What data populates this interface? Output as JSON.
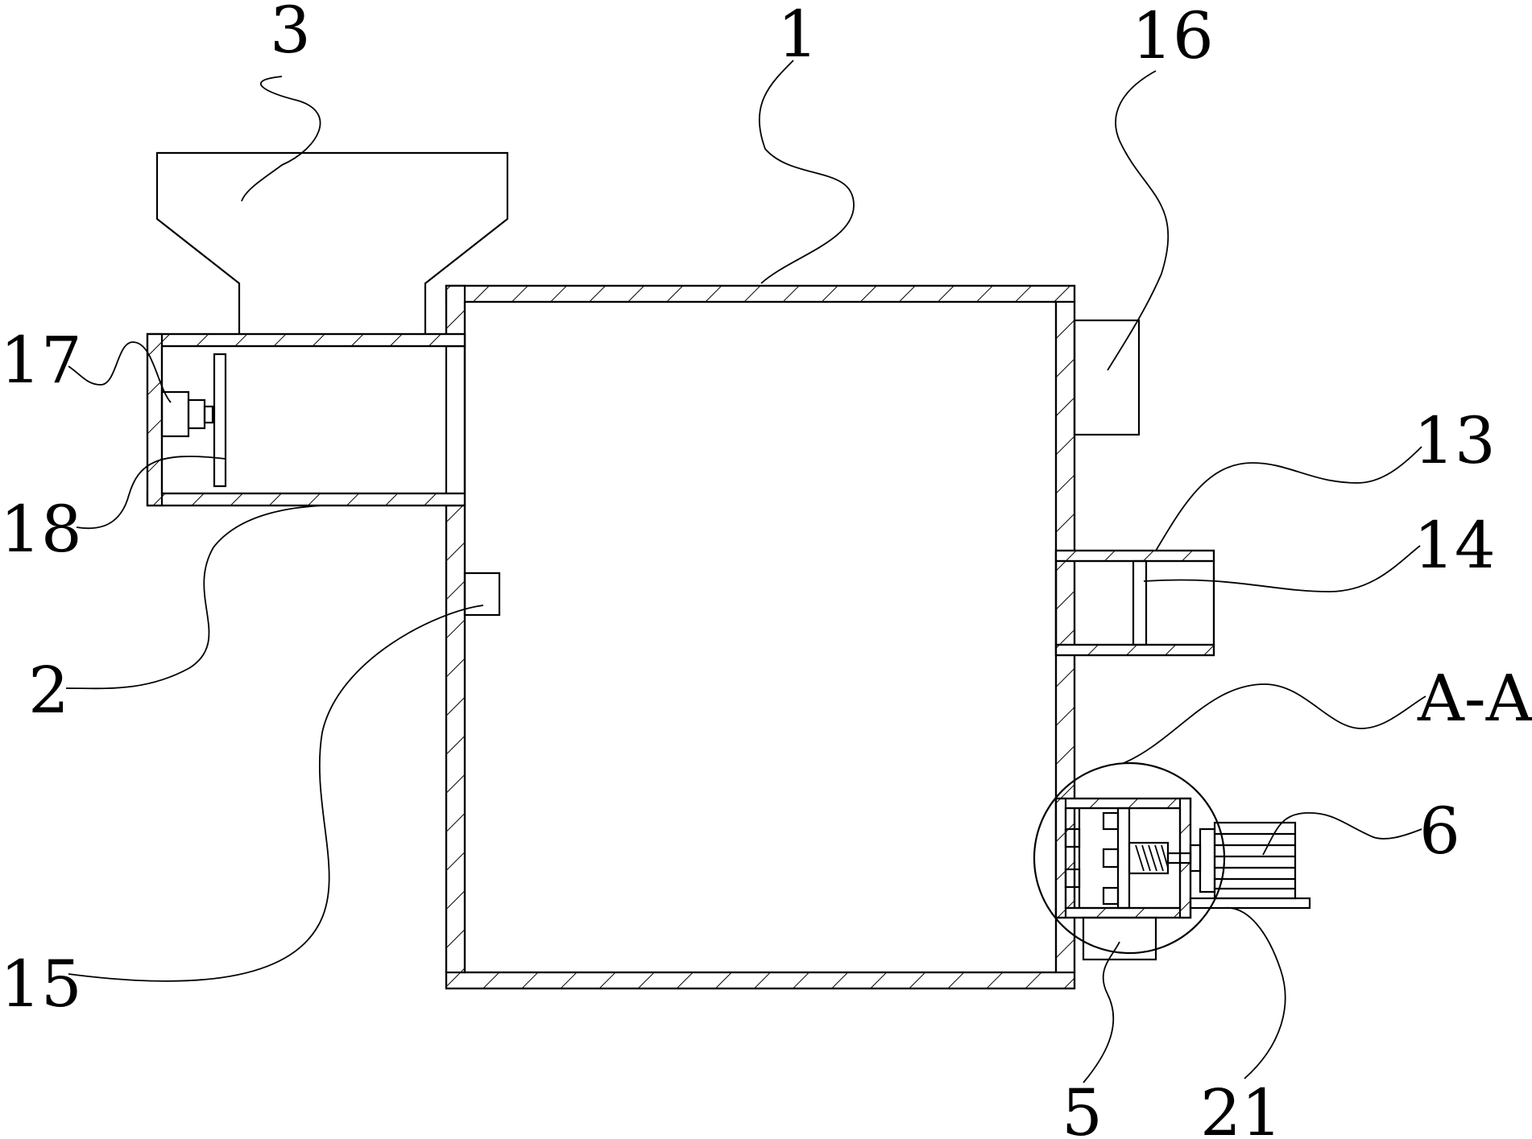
{
  "labels": {
    "l1": "1",
    "l2": "2",
    "l3": "3",
    "l5": "5",
    "l6": "6",
    "l13": "13",
    "l14": "14",
    "l15": "15",
    "l16": "16",
    "l17": "17",
    "l18": "18",
    "l21": "21",
    "section": "A-A"
  }
}
